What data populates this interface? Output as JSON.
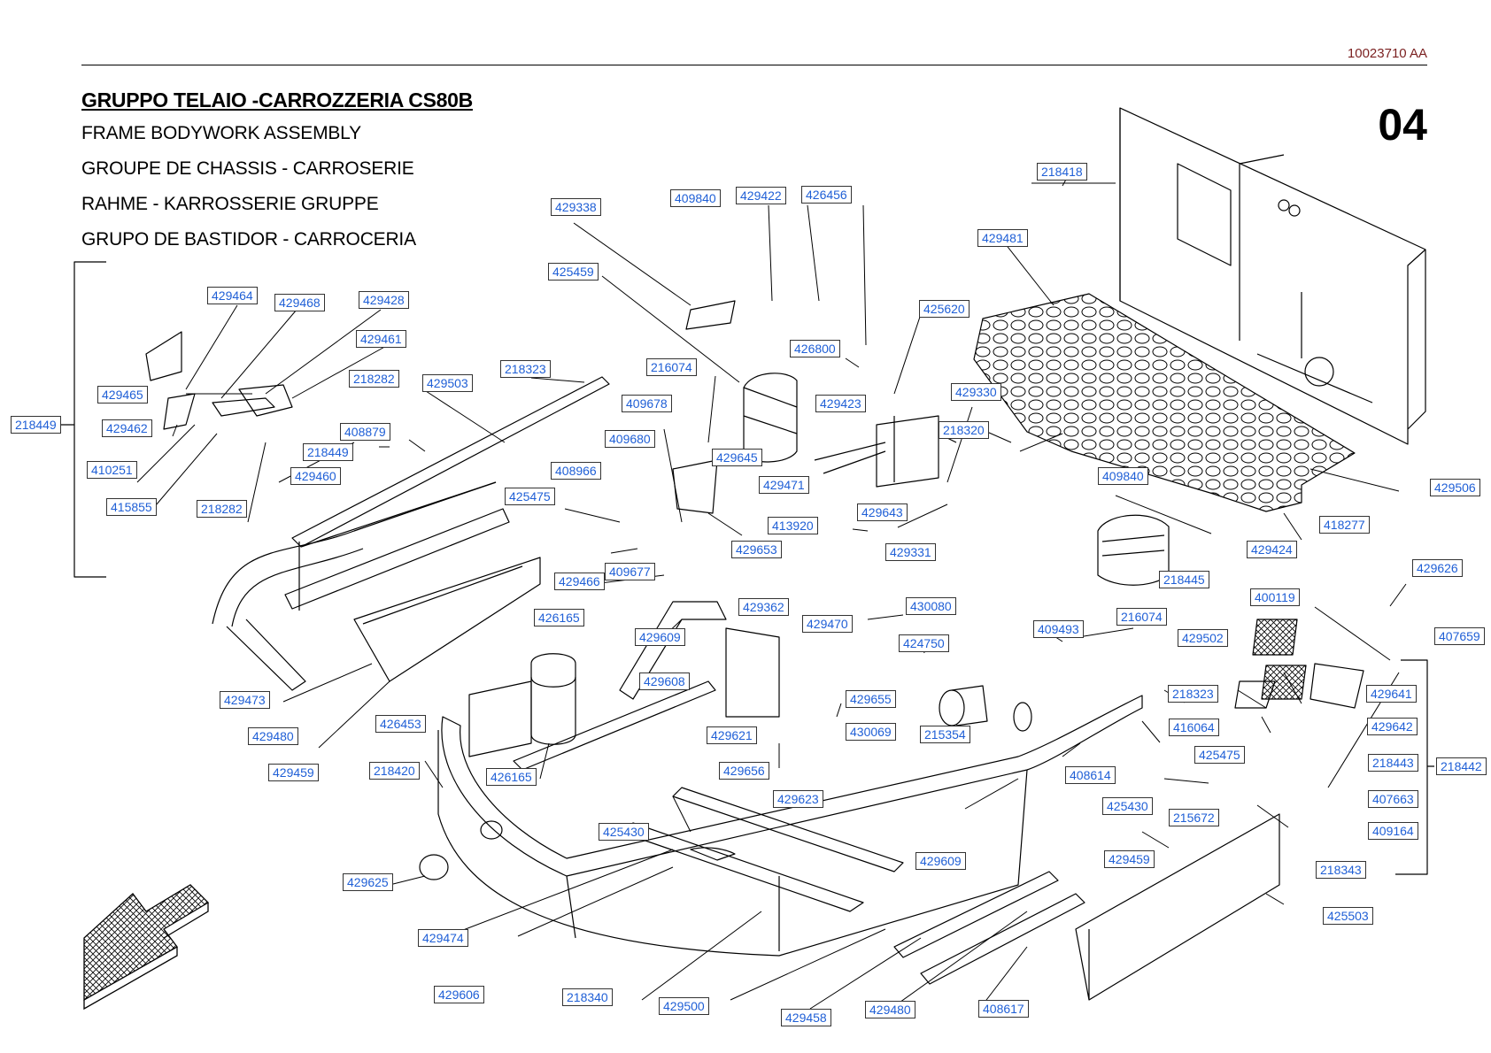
{
  "document": {
    "code": "10023710 AA",
    "page_number": "04",
    "title": "GRUPPO TELAIO -CARROZZERIA CS80B",
    "subtitles": [
      "FRAME BODYWORK ASSEMBLY",
      "GROUPE DE CHASSIS - CARROSERIE",
      "RAHME - KARROSSERIE GRUPPE",
      "GRUPO DE BASTIDOR - CARROCERIA"
    ]
  },
  "colors": {
    "label_text": "#1f5fd6",
    "doc_code": "#7a1f1f",
    "line": "#000000"
  },
  "part_labels": [
    "218418",
    "429338",
    "409840",
    "429422",
    "426456",
    "429481",
    "425459",
    "425620",
    "426800",
    "429464",
    "429468",
    "429428",
    "429461",
    "218323",
    "216074",
    "429423",
    "429330",
    "429465",
    "218282",
    "429503",
    "409678",
    "218320",
    "429462",
    "408879",
    "409680",
    "429645",
    "409840",
    "218449",
    "218449",
    "429460",
    "408966",
    "429471",
    "429506",
    "410251",
    "425475",
    "413920",
    "429643",
    "418277",
    "415855",
    "218282",
    "429653",
    "429331",
    "429424",
    "409677",
    "429466",
    "218445",
    "429626",
    "430080",
    "400119",
    "426165",
    "429362",
    "429470",
    "409493",
    "216074",
    "407659",
    "429609",
    "429502",
    "424750",
    "429473",
    "429608",
    "429655",
    "429641",
    "218323",
    "429480",
    "426453",
    "429621",
    "430069",
    "215354",
    "416064",
    "429642",
    "425475",
    "218443",
    "218442",
    "429459",
    "218420",
    "426165",
    "429656",
    "408614",
    "407663",
    "429623",
    "425430",
    "425430",
    "215672",
    "409164",
    "429609",
    "429459",
    "218343",
    "429625",
    "425503",
    "429474",
    "429606",
    "218340",
    "429500",
    "429458",
    "429480",
    "408617"
  ]
}
